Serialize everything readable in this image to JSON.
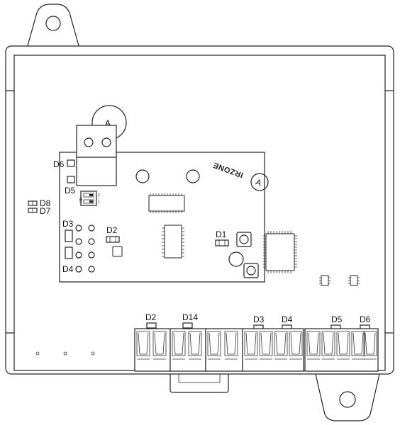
{
  "board": {
    "brand": "IRZONE",
    "logo_letter": "A",
    "switch_label": "ON",
    "switch_pins": [
      "1",
      "2"
    ]
  },
  "labels": {
    "d6_left": "D6",
    "d5_left": "D5",
    "d8": "D8",
    "d7": "D7",
    "d3_left": "D3",
    "d4_left": "D4",
    "d2_inner": "D2",
    "d1": "D1",
    "d2_bottom": "D2",
    "d14": "D14",
    "d3_bottom": "D3",
    "d4_bottom": "D4",
    "d5_bottom": "D5",
    "d6_bottom": "D6"
  }
}
